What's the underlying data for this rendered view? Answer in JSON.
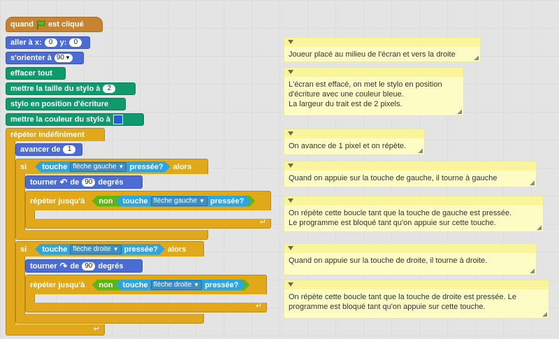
{
  "blocks": {
    "when_flag": {
      "label": "quand",
      "suffix": "est cliqué",
      "icon": "green-flag-icon"
    },
    "goto": {
      "label": "aller à x:",
      "x": "0",
      "ylabel": "y:",
      "y": "0"
    },
    "point": {
      "label": "s'orienter à",
      "value": "90"
    },
    "clear": {
      "label": "effacer tout"
    },
    "pen_size": {
      "label": "mettre la taille du stylo à",
      "value": "2"
    },
    "pen_down": {
      "label": "stylo en position d'écriture"
    },
    "pen_color": {
      "label": "mettre la couleur du stylo à",
      "color": "#1d5fd8"
    },
    "forever": {
      "label": "répéter indéfiniment"
    },
    "move": {
      "label": "avancer de",
      "value": "1"
    },
    "if_left": {
      "label": "si",
      "cond_label": "touche",
      "key": "flèche gauche",
      "cond_suffix": "pressée?",
      "then": "alors"
    },
    "turn_left": {
      "label": "tourner",
      "value": "90",
      "unit": "degrés"
    },
    "repeat_left": {
      "label": "répéter jusqu'à",
      "not": "non",
      "cond_label": "touche",
      "key": "flèche gauche",
      "cond_suffix": "pressée?"
    },
    "if_right": {
      "label": "si",
      "cond_label": "touche",
      "key": "flèche droite",
      "cond_suffix": "pressée?",
      "then": "alors"
    },
    "turn_right": {
      "label": "tourner",
      "value": "90",
      "unit": "degrés"
    },
    "repeat_right": {
      "label": "répéter jusqu'à",
      "not": "non",
      "cond_label": "touche",
      "key": "flèche droite",
      "cond_suffix": "pressée?"
    }
  },
  "notes": [
    {
      "text": "Joueur placé au milieu de l'écran et vers la droite"
    },
    {
      "text": "L'écran est effacé, on met le stylo en position\nd'écriture avec une couleur bleue.\nLa largeur du trait est de 2 pixels."
    },
    {
      "text": "On avance de 1 pixel et on répète."
    },
    {
      "text": "Quand on appuie sur la touche de gauche, il tourne à gauche"
    },
    {
      "text": "On répète cette boucle tant que la touche de gauche est pressée.\nLe programme est bloqué tant qu'on appuie sur cette touche."
    },
    {
      "text": "Quand on appuie sur la touche de droite, il tourne à droite."
    },
    {
      "text": "On répète cette boucle tant que la touche de droite est pressée. Le\nprogramme est bloqué tant qu'on appuie sur cette touche."
    }
  ],
  "colors": {
    "motion": "#4a6cd4",
    "pen": "#0e9a6c",
    "control": "#e1a91a",
    "events": "#c88330",
    "sensing": "#2ca5e2",
    "operator": "#5cb712"
  }
}
